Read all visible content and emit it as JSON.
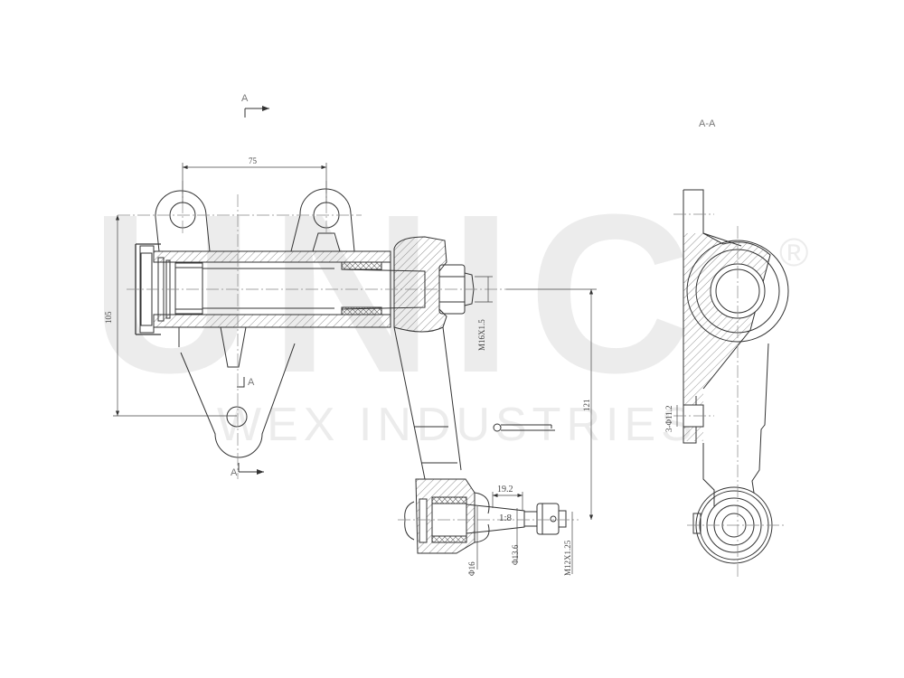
{
  "watermark": {
    "brand": "UNIC",
    "registered": "®",
    "company": "WEX INDUSTRIES"
  },
  "section_markers": {
    "top_marker": "A",
    "bottom_marker": "A",
    "middle_marker": "A",
    "section_view_title": "A-A"
  },
  "dimensions": {
    "lug_spacing": "75",
    "overall_height": "105",
    "thread_main": "M16X1.5",
    "arm_length": "121",
    "taper_length": "19.2",
    "taper_ratio": "1:8",
    "ball_diameter": "Φ16",
    "taper_diameter": "Φ13.6",
    "thread_ball": "M12X1.25",
    "mount_holes": "3-Φ11.2"
  },
  "colors": {
    "line": "#333333",
    "center_line": "#777777",
    "hatch": "#555555",
    "watermark": "#ececec"
  }
}
